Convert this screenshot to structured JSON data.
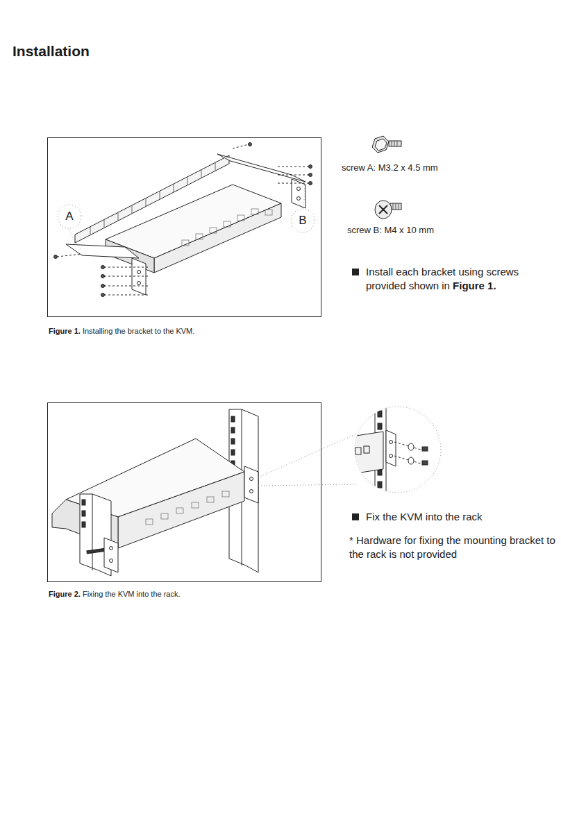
{
  "diagram": {
    "title": "Installation",
    "nodes": [
      {
        "text": [
          "A"
        ]
      },
      {
        "text": [
          "B"
        ]
      }
    ],
    "labels": [
      "screw A: M3.2 x 4.5 mm",
      "screw B: M4 x 10 mm",
      "Install each bracket using screws provided shown in",
      "Figure 1.",
      "Figure 1.",
      "Installing the bracket to the KVM.",
      "Fix the KVM into the rack",
      "* Hardware for fixing the mounting bracket to the rack is not provided",
      "Figure 2.",
      "Fixing the KVM into the rack."
    ]
  }
}
